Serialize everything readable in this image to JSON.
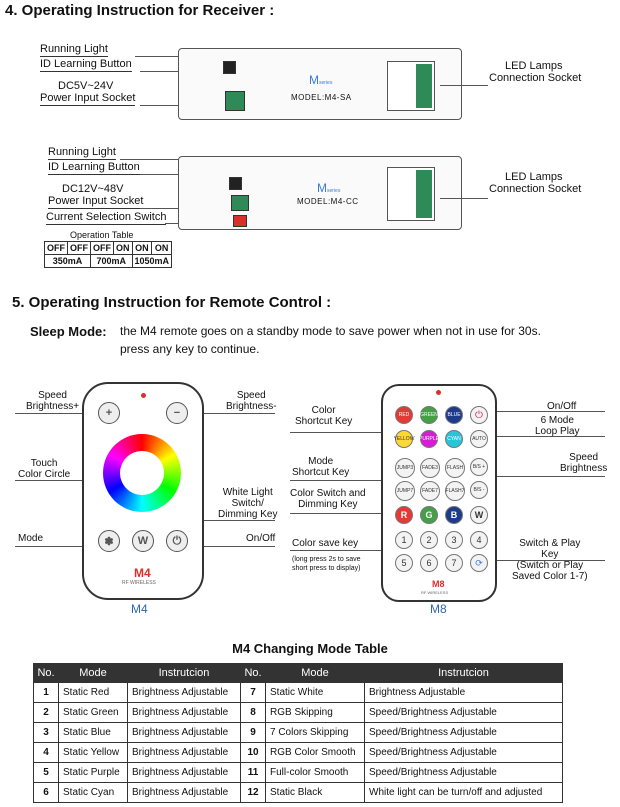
{
  "receiver": {
    "heading": "4. Operating Instruction for Receiver :",
    "sa": {
      "running_light": "Running Light",
      "id_button": "ID Learning Button",
      "power_range": "DC5V~24V",
      "power_socket": "Power Input Socket",
      "brand": "M",
      "brand_small": "series",
      "model": "MODEL:M4-SA",
      "led_label_1": "LED Lamps",
      "led_label_2": "Connection Socket"
    },
    "cc": {
      "running_light": "Running Light",
      "id_button": "ID Learning Button",
      "power_range": "DC12V~48V",
      "power_socket": "Power Input Socket",
      "current_switch": "Current Selection Switch",
      "brand": "M",
      "brand_small": "series",
      "model": "MODEL:M4-CC",
      "led_label_1": "LED Lamps",
      "led_label_2": "Connection Socket"
    },
    "operation_table": {
      "title": "Operation Table",
      "switches": [
        "OFF",
        "OFF",
        "OFF",
        "ON",
        "ON",
        "ON"
      ],
      "currents": [
        "350mA",
        "700mA",
        "1050mA"
      ]
    }
  },
  "remote": {
    "heading": "5. Operating Instruction for Remote Control :",
    "sleep_label": "Sleep Mode:",
    "sleep_text_1": "the M4 remote goes on a standby mode to save power when not in use for 30s.",
    "sleep_text_2": "press any key to continue.",
    "m4": {
      "speed_left_1": "Speed",
      "speed_left_2": "Brightness+",
      "speed_right_1": "Speed",
      "speed_right_2": "Brightness-",
      "touch_1": "Touch",
      "touch_2": "Color Circle",
      "white_1": "White Light",
      "white_2": "Switch/",
      "white_3": "Dimming Key",
      "mode": "Mode",
      "onoff": "On/Off",
      "logo": "M4",
      "rf": "RF WIRELESS",
      "caption": "M4",
      "plus": "+",
      "minus": "−",
      "w": "W"
    },
    "m8": {
      "color_shortcut_1": "Color",
      "color_shortcut_2": "Shortcut Key",
      "mode_shortcut_1": "Mode",
      "mode_shortcut_2": "Shortcut Key",
      "color_switch_1": "Color Switch and",
      "color_switch_2": "Dimming Key",
      "color_save": "Color save key",
      "long_press": "(long press 2s to save",
      "short_press": "short press to display)",
      "onoff": "On/Off",
      "six_mode_1": "6 Mode",
      "six_mode_2": "Loop Play",
      "speed_1": "Speed",
      "speed_2": "Brightness",
      "switch_play_1": "Switch & Play",
      "switch_play_2": "Key",
      "switch_play_3": "(Switch or Play",
      "switch_play_4": "Saved Color 1-7)",
      "logo": "M8",
      "rf": "RF WIRELESS",
      "caption": "M8",
      "color_keys": [
        "RED",
        "GREEN",
        "BLUE",
        "YELLOW",
        "PURPLE",
        "CYAN"
      ],
      "mode_keys": [
        "JUMP3",
        "FADE3",
        "FLASH",
        "JUMP7",
        "FADE7",
        "FLASH7"
      ],
      "auto": "AUTO",
      "speed_up": "B/S +",
      "speed_down": "B/S -",
      "rgbw": [
        "R",
        "G",
        "B",
        "W"
      ],
      "numbers": [
        "1",
        "2",
        "3",
        "4",
        "5",
        "6",
        "7"
      ]
    }
  },
  "mode_table": {
    "title": "M4 Changing Mode Table",
    "headers": [
      "No.",
      "Mode",
      "Instrutcion",
      "No.",
      "Mode",
      "Instrutcion"
    ],
    "rows": [
      [
        "1",
        "Static Red",
        "Brightness Adjustable",
        "7",
        "Static White",
        "Brightness Adjustable"
      ],
      [
        "2",
        "Static Green",
        "Brightness Adjustable",
        "8",
        "RGB Skipping",
        "Speed/Brightness Adjustable"
      ],
      [
        "3",
        "Static Blue",
        "Brightness Adjustable",
        "9",
        "7 Colors Skipping",
        "Speed/Brightness Adjustable"
      ],
      [
        "4",
        "Static Yellow",
        "Brightness Adjustable",
        "10",
        "RGB Color Smooth",
        "Speed/Brightness Adjustable"
      ],
      [
        "5",
        "Static Purple",
        "Brightness Adjustable",
        "11",
        "Full-color Smooth",
        "Speed/Brightness Adjustable"
      ],
      [
        "6",
        "Static Cyan",
        "Brightness Adjustable",
        "12",
        "Static Black",
        "White light can be turn/off and adjusted"
      ]
    ]
  }
}
